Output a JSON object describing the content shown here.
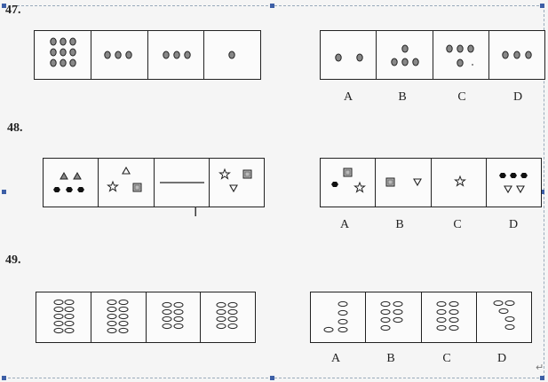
{
  "questions": [
    {
      "number": "47.",
      "option_labels": [
        "A",
        "B",
        "C",
        "D"
      ]
    },
    {
      "number": "48.",
      "option_labels": [
        "A",
        "B",
        "C",
        "D"
      ]
    },
    {
      "number": "49.",
      "option_labels": [
        "A",
        "B",
        "C",
        "D"
      ]
    }
  ],
  "return_mark": "↵",
  "colors": {
    "ink": "#222222",
    "selection_handle": "#3d5fa6"
  }
}
